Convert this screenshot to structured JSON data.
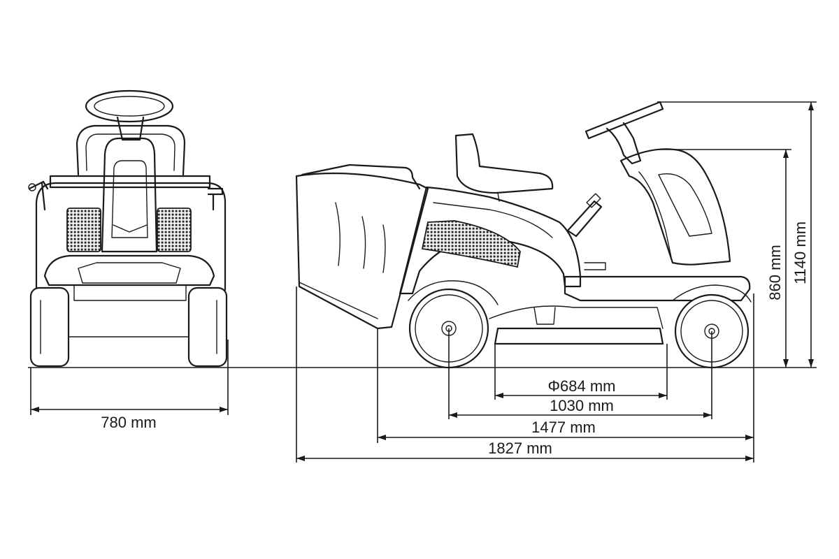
{
  "dimensions": {
    "front_width": "780 mm",
    "deck_diameter": "Φ684 mm",
    "wheelbase": "1030 mm",
    "length_without_bag": "1477 mm",
    "overall_length": "1827 mm",
    "body_height": "860 mm",
    "overall_height": "1140 mm"
  }
}
